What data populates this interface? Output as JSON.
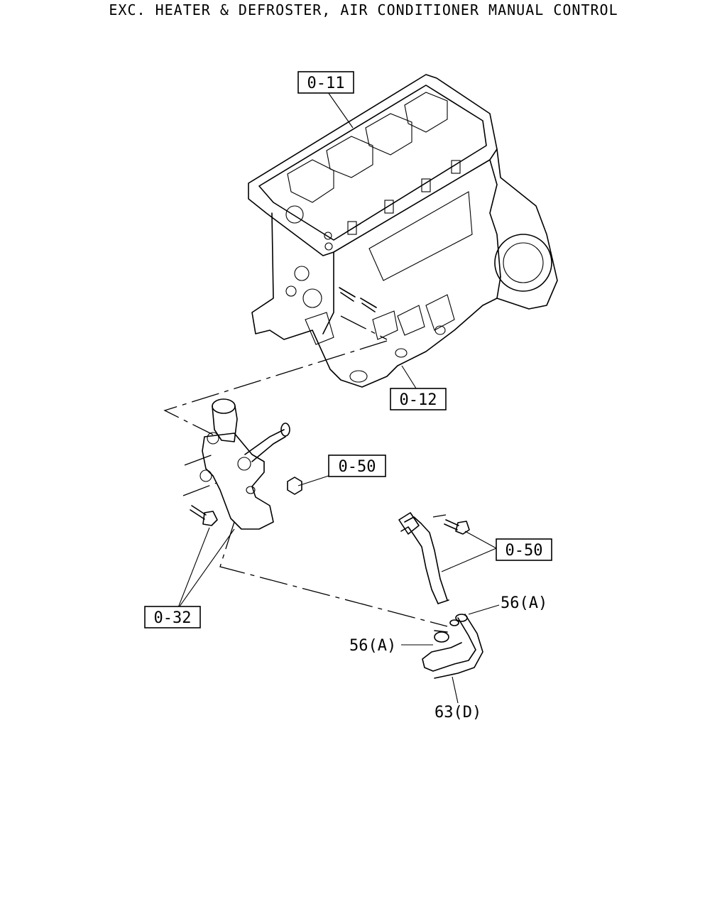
{
  "title": "EXC. HEATER & DEFROSTER, AIR CONDITIONER MANUAL CONTROL",
  "callouts": {
    "engine_block": "0-11",
    "cylinder_body": "0-12",
    "nut": "0-50",
    "pipe_bolt": "0-50",
    "bolts": "0-32",
    "clip_right": "56(A)",
    "clip_left": "56(A)",
    "hose": "63(D)"
  }
}
